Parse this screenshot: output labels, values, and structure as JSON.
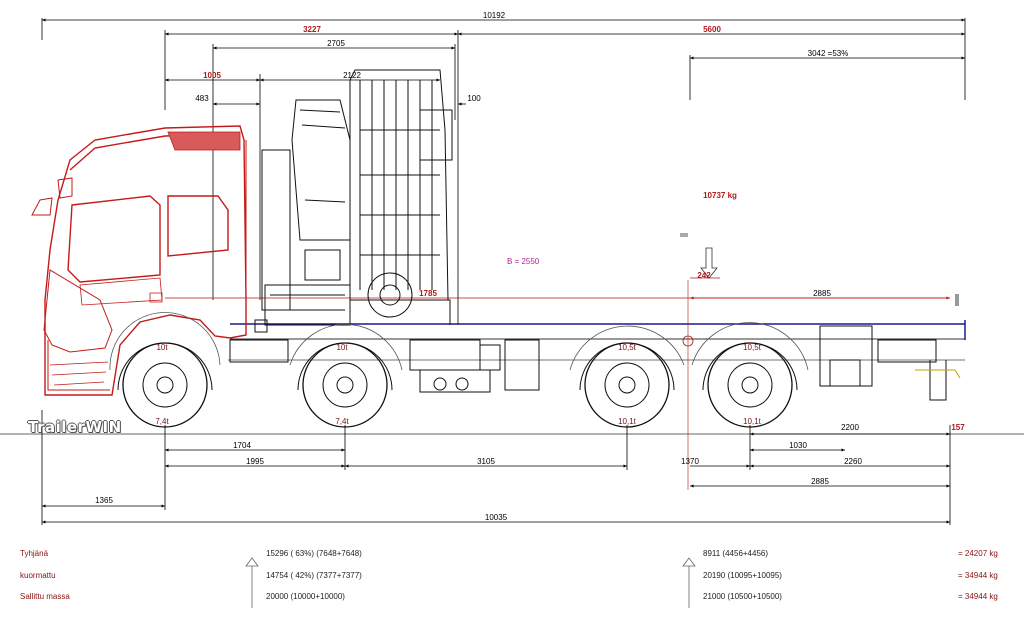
{
  "logo": "TrailerWIN",
  "dimensions": {
    "overall_top": "10192",
    "front_to_crane": "3227",
    "rear_section": "5600",
    "crane_width": "2705",
    "rear_overhang_pct": "3042 =53%",
    "cab_offset": "1005",
    "crane_mount": "2122",
    "cab_small": "483",
    "gap_100": "100",
    "load_mass": "10737 kg",
    "b_label": "B = 2550",
    "crane_small": "1785",
    "load_point": "242",
    "load_rear": "2885",
    "axle_1704": "1704",
    "wheelbase_1995": "1995",
    "wheelbase_3105": "3105",
    "dim_1370": "1370",
    "dim_1030": "1030",
    "dim_2200": "2200",
    "dim_2260": "2260",
    "dim_157": "157",
    "dim_2885_bottom": "2885",
    "front_overhang": "1365",
    "overall_bottom": "10035"
  },
  "axles": {
    "rated": [
      "10t",
      "10t",
      "10,5t",
      "10,5t"
    ],
    "actual": [
      "7,4t",
      "7,4t",
      "10,1t",
      "10,1t"
    ]
  },
  "weights": [
    {
      "label": "Tyhjänä",
      "front": "15296 ( 63%) (7648+7648)",
      "rear": "8911 (4456+4456)",
      "total": "= 24207 kg"
    },
    {
      "label": "kuormattu",
      "front": "14754 ( 42%) (7377+7377)",
      "rear": "20190 (10095+10095)",
      "total": "= 34944 kg"
    },
    {
      "label": "Sallittu massa",
      "front": "20000 (10000+10000)",
      "rear": "21000 (10500+10500)",
      "total": "= 34944 kg"
    }
  ],
  "colors": {
    "cab": "#c41a1a",
    "dimension_red": "#b01818",
    "label_dark_red": "#8a1010",
    "frame_blue": "#1a1a8c",
    "magenta": "#b0279a"
  }
}
